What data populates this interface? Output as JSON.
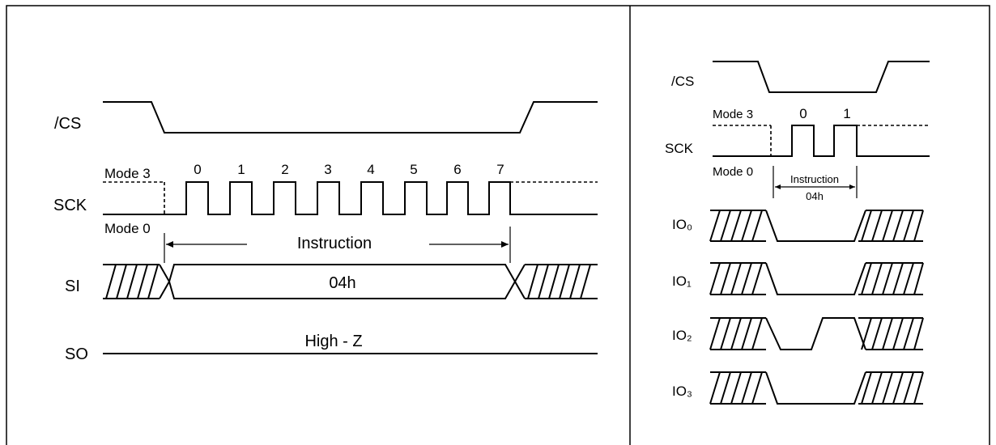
{
  "left_panel": {
    "signals": {
      "cs": "/CS",
      "sck": "SCK",
      "si": "SI",
      "so": "SO"
    },
    "mode3": "Mode 3",
    "mode0": "Mode 0",
    "clock_numbers": [
      "0",
      "1",
      "2",
      "3",
      "4",
      "5",
      "6",
      "7"
    ],
    "instruction": "Instruction",
    "data_value": "04h",
    "so_state": "High - Z"
  },
  "right_panel": {
    "signals": {
      "cs": "/CS",
      "sck": "SCK",
      "io0": "IO₀",
      "io1": "IO₁",
      "io2": "IO₂",
      "io3": "IO₃"
    },
    "mode3": "Mode 3",
    "mode0": "Mode 0",
    "clock_numbers": [
      "0",
      "1"
    ],
    "instruction": "Instruction",
    "data_value": "04h"
  }
}
